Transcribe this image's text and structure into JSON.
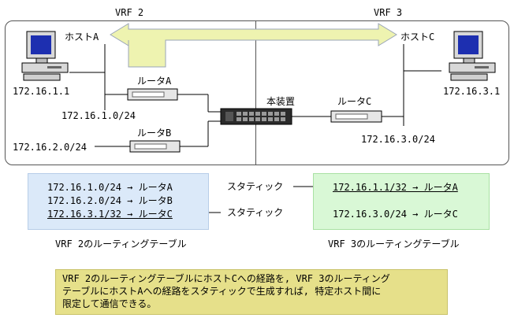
{
  "vrf2": {
    "label": "VRF 2"
  },
  "vrf3": {
    "label": "VRF 3"
  },
  "hosts": {
    "host_a": {
      "name": "ホストA",
      "ip": "172.16.1.1"
    },
    "host_c": {
      "name": "ホストC",
      "ip": "172.16.3.1"
    }
  },
  "routers": {
    "router_a": {
      "name": "ルータA"
    },
    "router_b": {
      "name": "ルータB"
    },
    "router_c": {
      "name": "ルータC"
    },
    "device": {
      "name": "本装置"
    }
  },
  "networks": {
    "net1": "172.16.1.0/24",
    "net2": "172.16.2.0/24",
    "net3": "172.16.3.0/24"
  },
  "table2": {
    "rows": [
      "172.16.1.0/24 → ルータA",
      "172.16.2.0/24 → ルータB",
      "172.16.3.1/32 → ルータC"
    ],
    "caption": "VRF 2のルーティングテーブル"
  },
  "table3": {
    "rows": [
      "172.16.1.1/32 → ルータA",
      "172.16.3.0/24 → ルータC"
    ],
    "caption": "VRF 3のルーティングテーブル"
  },
  "static_labels": {
    "to_vrf3": "スタティック",
    "to_vrf2": "スタティック"
  },
  "note": {
    "lines": [
      "VRF 2のルーティングテーブルにホストCへの経路を, VRF 3のルーティング",
      "テーブルにホストAへの経路をスタティックで生成すれば, 特定ホスト間に",
      "限定して通信できる。"
    ]
  },
  "colors": {
    "flow_arrow": "#eef3b0",
    "vrf2_table": "#dbe9f9",
    "vrf3_table": "#d9f8d6",
    "note": "#e6e08a"
  }
}
